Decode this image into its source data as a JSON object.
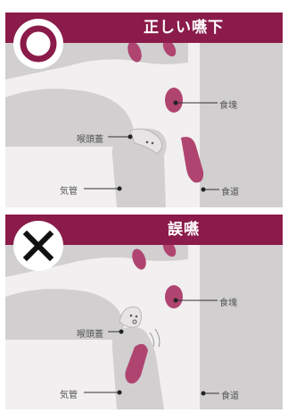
{
  "colors": {
    "banner": "#8a1b4a",
    "bolus": "#b04470",
    "tissue": "#d1cfcf",
    "background": "#f1efef",
    "symbol": "#8a1b4a"
  },
  "panels": [
    {
      "symbol": "circle-mark",
      "title": "正しい嚥下",
      "labels": {
        "epiglottis": "喉頭蓋",
        "bolus": "食塊",
        "trachea": "気管",
        "esophagus": "食道"
      }
    },
    {
      "symbol": "cross-mark",
      "title": "誤嚥",
      "labels": {
        "epiglottis": "喉頭蓋",
        "bolus": "食塊",
        "trachea": "気管",
        "esophagus": "食道"
      }
    }
  ]
}
